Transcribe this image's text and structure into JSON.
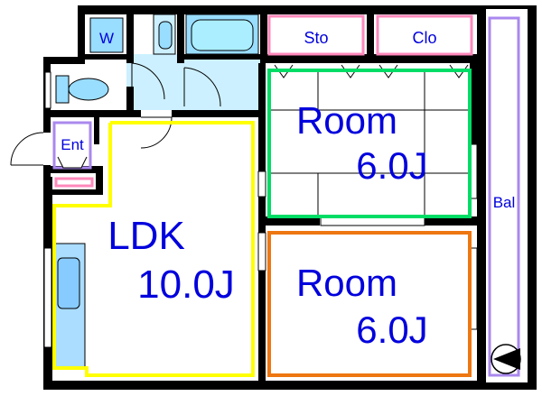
{
  "plan": {
    "washer_label": "W",
    "storage_label": "Sto",
    "closet_label": "Clo",
    "entrance_label": "Ent",
    "balcony_label": "Bal",
    "rooms": [
      {
        "name": "Room",
        "size": "6.0J",
        "outline_color": "#00dd66"
      },
      {
        "name": "Room",
        "size": "6.0J",
        "outline_color": "#ee7711"
      },
      {
        "name": "LDK",
        "size": "10.0J",
        "outline_color": "#ffff00"
      }
    ]
  },
  "colors": {
    "wall": "#000000",
    "fixture_fill": "#99ddff",
    "wet_area_fill": "#ccf0ff",
    "kitchen_fill": "#aaddff",
    "label_blue": "#0000dd",
    "pink_outline": "#ff88bb",
    "lavender_outline": "#aa88ee",
    "compass_fill": "#cccccc"
  }
}
